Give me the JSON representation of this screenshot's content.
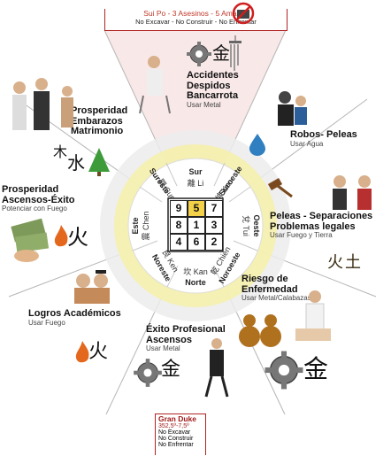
{
  "top_box": {
    "line1": "Sui Po - 3 Asesinos - 5 Amarillo",
    "line2": "No Excavar - No Construir - No Enfrentar"
  },
  "bottom_box": {
    "title": "Gran Duke",
    "degrees": "352,5º-7,5º",
    "line1": "No Excavar",
    "line2": "No Construir",
    "line3": "No Enfrentar"
  },
  "sectors": {
    "south": {
      "title": [
        "Accidentes",
        "Despidos",
        "Bancarrota"
      ],
      "sub": "Usar Metal",
      "dir": "Sur",
      "trigram": "離 Li"
    },
    "southwest": {
      "title": [
        "Robos- Peleas"
      ],
      "sub": "Usar Agua",
      "dir": "Suroeste",
      "trigram": "坤 Kun"
    },
    "west": {
      "title": [
        "Peleas - Separaciones",
        "Problemas legales"
      ],
      "sub": "Usar Fuego y Tierra",
      "dir": "Oeste",
      "trigram": "兌 Tui"
    },
    "northwest": {
      "title": [
        "Riesgo de",
        "Enfermedad"
      ],
      "sub": "Usar Metal/Calabazas",
      "dir": "Noroeste",
      "trigram": "乾 Chien"
    },
    "north": {
      "title": [
        "Éxito Profesional",
        "Ascensos"
      ],
      "sub": "Usar Metal",
      "dir": "Norte",
      "trigram": "坎 Kan"
    },
    "northeast": {
      "title": [
        "Logros Académicos"
      ],
      "sub": "Usar Fuego",
      "dir": "Noreste",
      "trigram": "艮 Ken"
    },
    "east": {
      "title": [
        "Prosperidad",
        "Ascensos-Éxito"
      ],
      "sub": "Potenciar con Fuego",
      "dir": "Este",
      "trigram": "震 Chen"
    },
    "southeast": {
      "title": [
        "Prosperidad",
        "Embarazos",
        "Matrimonio"
      ],
      "sub": "",
      "dir": "Sureste",
      "trigram": "巽 Sun"
    }
  },
  "grid": [
    9,
    5,
    7,
    8,
    1,
    3,
    4,
    6,
    2
  ],
  "highlight_value": 5,
  "elements": {
    "metal": "金",
    "water": "水",
    "wood": "木",
    "fire": "火",
    "earth": "土"
  },
  "icons": [
    "prohibited-icon",
    "gear-icon",
    "chime-icon",
    "water-drop-icon",
    "tree-icon",
    "fire-icon",
    "gourd-icon",
    "money-icon",
    "gavel-icon"
  ],
  "colors": {
    "ring_outer": "#eaeaea",
    "ring_mid": "#f4eea6",
    "ring_inner": "#ffffff",
    "accent": "#b02323",
    "highlight": "#f3d24a"
  }
}
